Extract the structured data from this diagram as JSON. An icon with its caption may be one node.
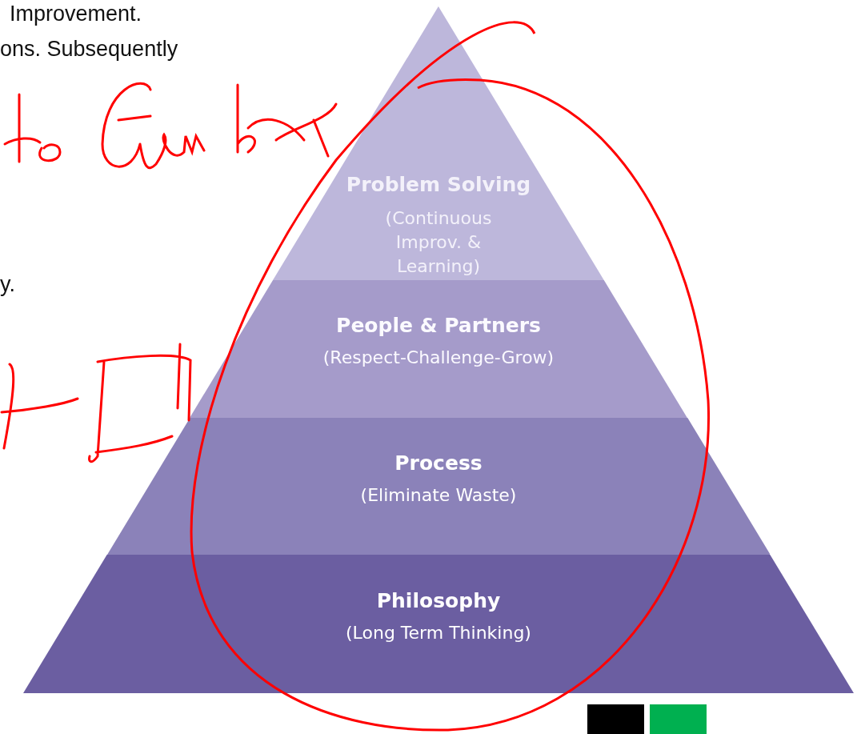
{
  "diagram": {
    "nodes": [
      {
        "text": [
          "Problem Solving",
          "(Continuous Improv. & Learning)"
        ]
      },
      {
        "text": [
          "People & Partners",
          "(Respect-Challenge-Grow)"
        ]
      },
      {
        "text": [
          "Process",
          "(Eliminate Waste)"
        ]
      },
      {
        "text": [
          "Philosophy",
          "(Long Term Thinking)"
        ]
      }
    ],
    "edges": [],
    "labels": [
      "Improvement.",
      "ons. Subsequently",
      "y."
    ]
  }
}
